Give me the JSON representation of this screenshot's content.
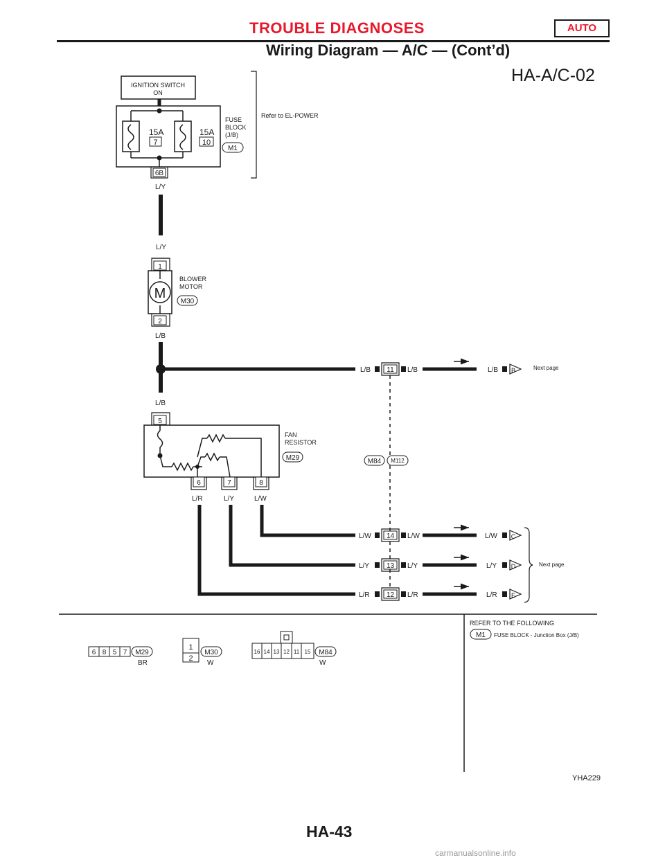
{
  "header": {
    "title": "TROUBLE DIAGNOSES",
    "badge": "AUTO",
    "subtitle": "Wiring Diagram — A/C — (Cont’d)"
  },
  "diagram_id": "HA-A/C-02",
  "ignition": {
    "label": "IGNITION SWITCH",
    "state": "ON"
  },
  "fuse_block": {
    "name_lines": [
      "FUSE",
      "BLOCK",
      "(J/B)"
    ],
    "connector": "M1",
    "reference": "Refer to EL-POWER",
    "fuses": [
      {
        "rating": "15A",
        "number": "7"
      },
      {
        "rating": "15A",
        "number": "10"
      }
    ],
    "terminal": "6B"
  },
  "blower_motor": {
    "name_lines": [
      "BLOWER",
      "MOTOR"
    ],
    "connector": "M30",
    "symbol": "M",
    "pin_in": "1",
    "pin_out": "2"
  },
  "fan_resistor": {
    "name_lines": [
      "FAN",
      "RESISTOR"
    ],
    "connector": "M29",
    "pin_in": "5",
    "pins_out": [
      "6",
      "7",
      "8"
    ]
  },
  "wire_colors": {
    "fuse_out": "L/Y",
    "motor_in": "L/Y",
    "motor_out": "L/B",
    "resistor_in": "L/B",
    "resistor_outs": [
      "L/R",
      "L/Y",
      "L/W"
    ]
  },
  "junction": {
    "connectors": [
      "M84",
      "M112"
    ]
  },
  "outputs": [
    {
      "wire": "L/B",
      "pin": "11",
      "to": "B",
      "note": "Next page"
    },
    {
      "wire": "L/W",
      "pin": "14",
      "to": "C"
    },
    {
      "wire": "L/Y",
      "pin": "13",
      "to": "D"
    },
    {
      "wire": "L/R",
      "pin": "12",
      "to": "E"
    }
  ],
  "outputs_group_note": "Next page",
  "legend_connectors": [
    {
      "id": "M29",
      "color": "BR",
      "pins": [
        "6",
        "8",
        "5",
        "7"
      ]
    },
    {
      "id": "M30",
      "color": "W",
      "pins": [
        "1",
        "2"
      ]
    },
    {
      "id": "M84",
      "color": "W",
      "pins": [
        "16",
        "14",
        "13",
        "12",
        "11",
        "15"
      ]
    }
  ],
  "refer": {
    "heading": "REFER TO THE FOLLOWING",
    "connector": "M1",
    "text": "FUSE BLOCK - Junction Box (J/B)"
  },
  "footer": {
    "code": "YHA229",
    "page": "HA-43",
    "watermark": "carmanualsonline.info"
  }
}
